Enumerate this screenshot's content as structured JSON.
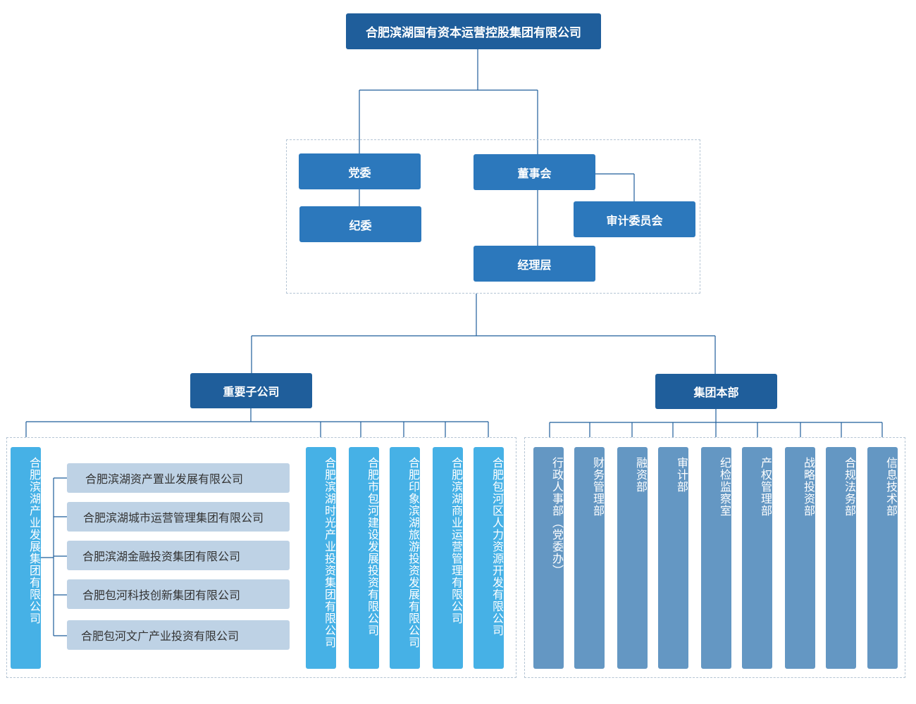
{
  "top": {
    "label": "合肥滨湖国有资本运营控股集团有限公司"
  },
  "governance": {
    "party_committee": "党委",
    "discipline_committee": "纪委",
    "board": "董事会",
    "audit_committee": "审计委员会",
    "management": "经理层"
  },
  "branches": {
    "subsidiaries": "重要子公司",
    "headquarters": "集团本部"
  },
  "subsidiaries": {
    "industrial_group": "合肥滨湖产业发展集团有限公司",
    "industrial_children": [
      "合肥滨湖资产置业发展有限公司",
      "合肥滨湖城市运营管理集团有限公司",
      "合肥滨湖金融投资集团有限公司",
      "合肥包河科技创新集团有限公司",
      "合肥包河文广产业投资有限公司"
    ],
    "others": [
      "合肥滨湖时光产业投资集团有限公司",
      "合肥市包河建设发展投资有限公司",
      "合肥印象滨湖旅游投资发展有限公司",
      "合肥滨湖商业运营管理有限公司",
      "合肥包河区人力资源开发有限公司"
    ]
  },
  "departments": [
    "行政人事部（党委办）",
    "财务管理部",
    "融资部",
    "审计部",
    "纪检监察室",
    "产权管理部",
    "战略投资部",
    "合规法务部",
    "信息技术部"
  ],
  "colors": {
    "dark": "#1f5e9b",
    "mid": "#2c78bc",
    "sky": "#46b1e6",
    "steel": "#6497c3",
    "pale": "#bed2e5",
    "line": "#1f5e9b"
  }
}
